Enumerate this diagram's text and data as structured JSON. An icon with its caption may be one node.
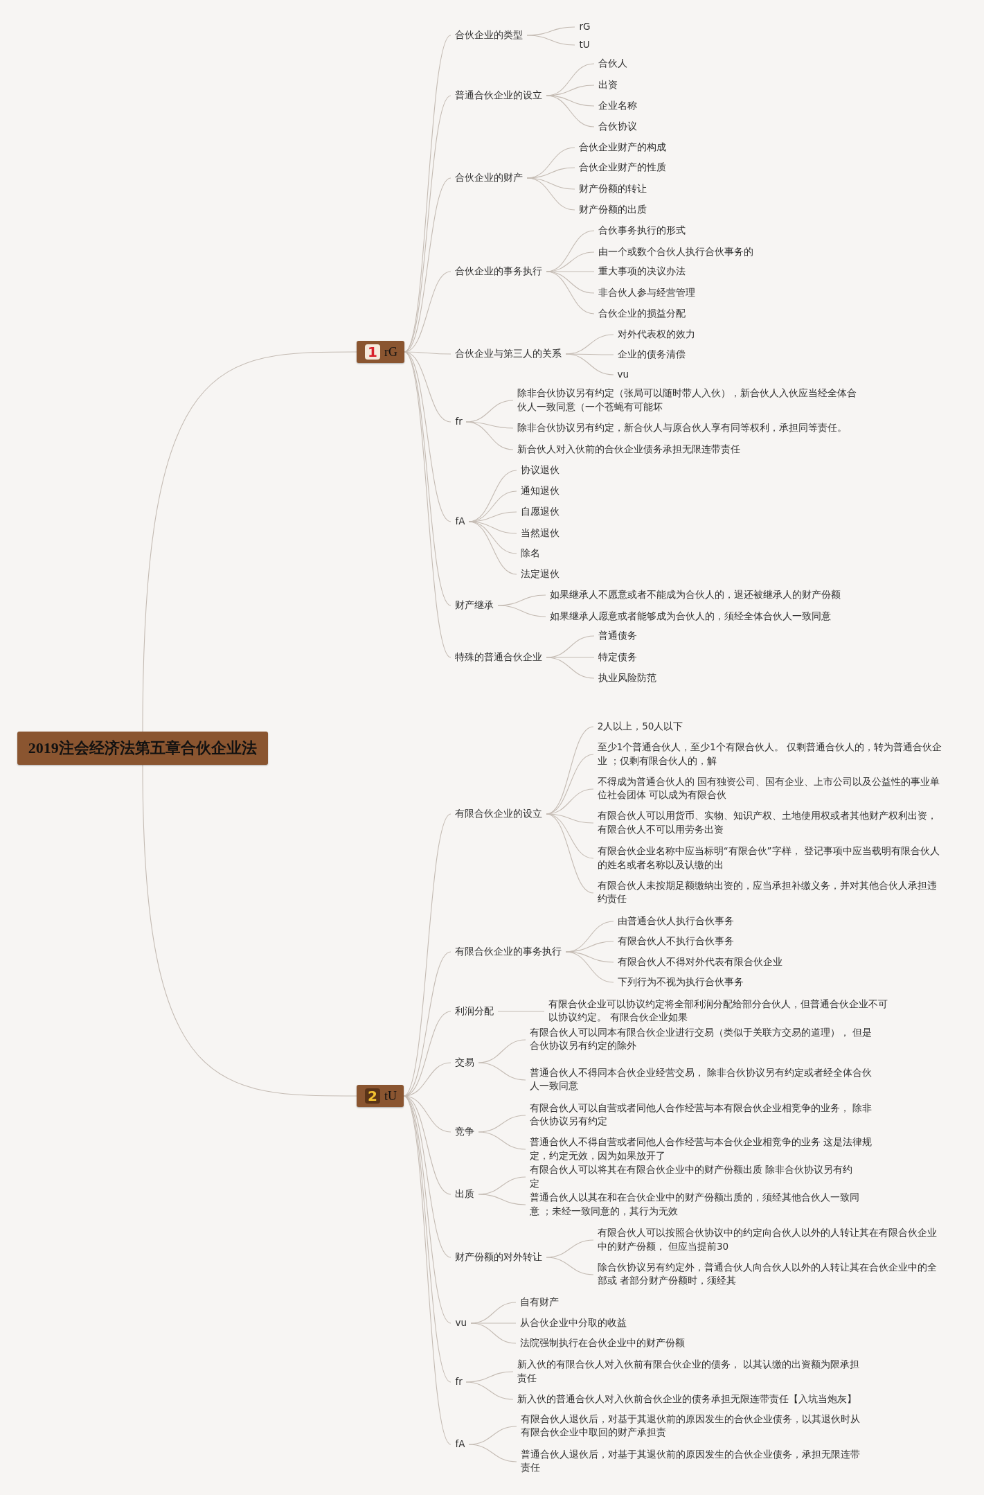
{
  "diagram": {
    "nodes": [
      {
        "text": [
          "2019注会经济法第五章合伙企业法"
        ]
      },
      {
        "text": [
          "1",
          "rG"
        ]
      },
      {
        "text": [
          "合伙企业的类型"
        ]
      },
      {
        "text": [
          "rG"
        ]
      },
      {
        "text": [
          "tU"
        ]
      },
      {
        "text": [
          "普通合伙企业的设立"
        ]
      },
      {
        "text": [
          "合伙人"
        ]
      },
      {
        "text": [
          "出资"
        ]
      },
      {
        "text": [
          "企业名称"
        ]
      },
      {
        "text": [
          "合伙协议"
        ]
      },
      {
        "text": [
          "合伙企业的财产"
        ]
      },
      {
        "text": [
          "合伙企业财产的构成"
        ]
      },
      {
        "text": [
          "合伙企业财产的性质"
        ]
      },
      {
        "text": [
          "财产份额的转让"
        ]
      },
      {
        "text": [
          "财产份额的出质"
        ]
      },
      {
        "text": [
          "合伙企业的事务执行"
        ]
      },
      {
        "text": [
          "合伙事务执行的形式"
        ]
      },
      {
        "text": [
          "由一个或数个合伙人执行合伙事务的"
        ]
      },
      {
        "text": [
          "重大事项的决议办法"
        ]
      },
      {
        "text": [
          "非合伙人参与经营管理"
        ]
      },
      {
        "text": [
          "合伙企业的损益分配"
        ]
      },
      {
        "text": [
          "合伙企业与第三人的关系"
        ]
      },
      {
        "text": [
          "对外代表权的效力"
        ]
      },
      {
        "text": [
          "企业的债务清偿"
        ]
      },
      {
        "text": [
          "vu"
        ]
      },
      {
        "text": [
          "fr"
        ]
      },
      {
        "text": [
          "除非合伙协议另有约定（张局可以随时带人入伙），新合伙人入伙应当经全体合伙人一致同意（一个苍蝇有可能坏"
        ]
      },
      {
        "text": [
          "除非合伙协议另有约定，新合伙人与原合伙人享有同等权利，承担同等责任。"
        ]
      },
      {
        "text": [
          "新合伙人对入伙前的合伙企业债务承担无限连带责任"
        ]
      },
      {
        "text": [
          "fA"
        ]
      },
      {
        "text": [
          "协议退伙"
        ]
      },
      {
        "text": [
          "通知退伙"
        ]
      },
      {
        "text": [
          "自愿退伙"
        ]
      },
      {
        "text": [
          "当然退伙"
        ]
      },
      {
        "text": [
          "除名"
        ]
      },
      {
        "text": [
          "法定退伙"
        ]
      },
      {
        "text": [
          "财产继承"
        ]
      },
      {
        "text": [
          "如果继承人不愿意或者不能成为合伙人的，退还被继承人的财产份额"
        ]
      },
      {
        "text": [
          "如果继承人愿意或者能够成为合伙人的，须经全体合伙人一致同意"
        ]
      },
      {
        "text": [
          "特殊的普通合伙企业"
        ]
      },
      {
        "text": [
          "普通债务"
        ]
      },
      {
        "text": [
          "特定债务"
        ]
      },
      {
        "text": [
          "执业风险防范"
        ]
      },
      {
        "text": [
          "2",
          "tU"
        ]
      },
      {
        "text": [
          "有限合伙企业的设立"
        ]
      },
      {
        "text": [
          "2人以上，50人以下"
        ]
      },
      {
        "text": [
          "至少1个普通合伙人，至少1个有限合伙人。 仅剩普通合伙人的，转为普通合伙企业 ；仅剩有限合伙人的，解"
        ]
      },
      {
        "text": [
          "不得成为普通合伙人的 国有独资公司、国有企业、上市公司以及公益性的事业单位社会团体 可以成为有限合伙"
        ]
      },
      {
        "text": [
          "有限合伙人可以用货币、实物、知识产权、土地使用权或者其他财产权利出资，有限合伙人不可以用劳务出资"
        ]
      },
      {
        "text": [
          "有限合伙企业名称中应当标明“有限合伙”字样， 登记事项中应当载明有限合伙人的姓名或者名称以及认缴的出"
        ]
      },
      {
        "text": [
          "有限合伙人未按期足额缴纳出资的，应当承担补缴义务，并对其他合伙人承担违约责任"
        ]
      },
      {
        "text": [
          "有限合伙企业的事务执行"
        ]
      },
      {
        "text": [
          "由普通合伙人执行合伙事务"
        ]
      },
      {
        "text": [
          "有限合伙人不执行合伙事务"
        ]
      },
      {
        "text": [
          "有限合伙人不得对外代表有限合伙企业"
        ]
      },
      {
        "text": [
          "下列行为不视为执行合伙事务"
        ]
      },
      {
        "text": [
          "利润分配"
        ]
      },
      {
        "text": [
          "有限合伙企业可以协议约定将全部利润分配给部分合伙人，但普通合伙企业不可以协议约定。 有限合伙企业如果"
        ]
      },
      {
        "text": [
          "交易"
        ]
      },
      {
        "text": [
          "有限合伙人可以同本有限合伙企业进行交易（类似于关联方交易的道理）， 但是合伙协议另有约定的除外"
        ]
      },
      {
        "text": [
          "普通合伙人不得同本合伙企业经营交易， 除非合伙协议另有约定或者经全体合伙人一致同意"
        ]
      },
      {
        "text": [
          "竞争"
        ]
      },
      {
        "text": [
          "有限合伙人可以自营或者同他人合作经营与本有限合伙企业相竞争的业务， 除非合伙协议另有约定"
        ]
      },
      {
        "text": [
          "普通合伙人不得自营或者同他人合作经营与本合伙企业相竞争的业务 这是法律规定，约定无效，因为如果放开了"
        ]
      },
      {
        "text": [
          "出质"
        ]
      },
      {
        "text": [
          "有限合伙人可以将其在有限合伙企业中的财产份额出质 除非合伙协议另有约定"
        ]
      },
      {
        "text": [
          "普通合伙人以其在和在合伙企业中的财产份额出质的，须经其他合伙人一致同意 ；未经一致同意的，其行为无效"
        ]
      },
      {
        "text": [
          "财产份额的对外转让"
        ]
      },
      {
        "text": [
          "有限合伙人可以按照合伙协议中的约定向合伙人以外的人转让其在有限合伙企业中的财产份额， 但应当提前30"
        ]
      },
      {
        "text": [
          "除合伙协议另有约定外，普通合伙人向合伙人以外的人转让其在合伙企业中的全部或 者部分财产份额时，须经其"
        ]
      },
      {
        "text": [
          "vu"
        ]
      },
      {
        "text": [
          "自有财产"
        ]
      },
      {
        "text": [
          "从合伙企业中分取的收益"
        ]
      },
      {
        "text": [
          "法院强制执行在合伙企业中的财产份额"
        ]
      },
      {
        "text": [
          "fr"
        ]
      },
      {
        "text": [
          "新入伙的有限合伙人对入伙前有限合伙企业的债务， 以其认缴的出资额为限承担责任"
        ]
      },
      {
        "text": [
          "新入伙的普通合伙人对入伙前合伙企业的债务承担无限连带责任【入坑当炮灰】"
        ]
      },
      {
        "text": [
          "fA"
        ]
      },
      {
        "text": [
          "有限合伙人退伙后，对基于其退伙前的原因发生的合伙企业债务，以其退伙时从有限合伙企业中取回的财产承担责"
        ]
      },
      {
        "text": [
          "普通合伙人退伙后，对基于其退伙前的原因发生的合伙企业债务，承担无限连带责任"
        ]
      }
    ],
    "edges": [
      {
        "from": 0,
        "to": 1,
        "arrow": "none"
      },
      {
        "from": 0,
        "to": 43,
        "arrow": "none"
      },
      {
        "from": 1,
        "to": 2,
        "arrow": "none"
      },
      {
        "from": 1,
        "to": 5,
        "arrow": "none"
      },
      {
        "from": 1,
        "to": 10,
        "arrow": "none"
      },
      {
        "from": 1,
        "to": 15,
        "arrow": "none"
      },
      {
        "from": 1,
        "to": 21,
        "arrow": "none"
      },
      {
        "from": 1,
        "to": 25,
        "arrow": "none"
      },
      {
        "from": 1,
        "to": 29,
        "arrow": "none"
      },
      {
        "from": 1,
        "to": 36,
        "arrow": "none"
      },
      {
        "from": 1,
        "to": 39,
        "arrow": "none"
      },
      {
        "from": 2,
        "to": 3,
        "arrow": "none"
      },
      {
        "from": 2,
        "to": 4,
        "arrow": "none"
      },
      {
        "from": 5,
        "to": 6,
        "arrow": "none"
      },
      {
        "from": 5,
        "to": 7,
        "arrow": "none"
      },
      {
        "from": 5,
        "to": 8,
        "arrow": "none"
      },
      {
        "from": 5,
        "to": 9,
        "arrow": "none"
      },
      {
        "from": 10,
        "to": 11,
        "arrow": "none"
      },
      {
        "from": 10,
        "to": 12,
        "arrow": "none"
      },
      {
        "from": 10,
        "to": 13,
        "arrow": "none"
      },
      {
        "from": 10,
        "to": 14,
        "arrow": "none"
      },
      {
        "from": 15,
        "to": 16,
        "arrow": "none"
      },
      {
        "from": 15,
        "to": 17,
        "arrow": "none"
      },
      {
        "from": 15,
        "to": 18,
        "arrow": "none"
      },
      {
        "from": 15,
        "to": 19,
        "arrow": "none"
      },
      {
        "from": 15,
        "to": 20,
        "arrow": "none"
      },
      {
        "from": 21,
        "to": 22,
        "arrow": "none"
      },
      {
        "from": 21,
        "to": 23,
        "arrow": "none"
      },
      {
        "from": 21,
        "to": 24,
        "arrow": "none"
      },
      {
        "from": 25,
        "to": 26,
        "arrow": "none"
      },
      {
        "from": 25,
        "to": 27,
        "arrow": "none"
      },
      {
        "from": 25,
        "to": 28,
        "arrow": "none"
      },
      {
        "from": 29,
        "to": 30,
        "arrow": "none"
      },
      {
        "from": 29,
        "to": 31,
        "arrow": "none"
      },
      {
        "from": 29,
        "to": 32,
        "arrow": "none"
      },
      {
        "from": 29,
        "to": 33,
        "arrow": "none"
      },
      {
        "from": 29,
        "to": 34,
        "arrow": "none"
      },
      {
        "from": 29,
        "to": 35,
        "arrow": "none"
      },
      {
        "from": 36,
        "to": 37,
        "arrow": "none"
      },
      {
        "from": 36,
        "to": 38,
        "arrow": "none"
      },
      {
        "from": 39,
        "to": 40,
        "arrow": "none"
      },
      {
        "from": 39,
        "to": 41,
        "arrow": "none"
      },
      {
        "from": 39,
        "to": 42,
        "arrow": "none"
      },
      {
        "from": 43,
        "to": 44,
        "arrow": "none"
      },
      {
        "from": 43,
        "to": 51,
        "arrow": "none"
      },
      {
        "from": 43,
        "to": 56,
        "arrow": "none"
      },
      {
        "from": 43,
        "to": 58,
        "arrow": "none"
      },
      {
        "from": 43,
        "to": 61,
        "arrow": "none"
      },
      {
        "from": 43,
        "to": 64,
        "arrow": "none"
      },
      {
        "from": 43,
        "to": 67,
        "arrow": "none"
      },
      {
        "from": 43,
        "to": 70,
        "arrow": "none"
      },
      {
        "from": 43,
        "to": 74,
        "arrow": "none"
      },
      {
        "from": 43,
        "to": 77,
        "arrow": "none"
      },
      {
        "from": 44,
        "to": 45,
        "arrow": "none"
      },
      {
        "from": 44,
        "to": 46,
        "arrow": "none"
      },
      {
        "from": 44,
        "to": 47,
        "arrow": "none"
      },
      {
        "from": 44,
        "to": 48,
        "arrow": "none"
      },
      {
        "from": 44,
        "to": 49,
        "arrow": "none"
      },
      {
        "from": 44,
        "to": 50,
        "arrow": "none"
      },
      {
        "from": 51,
        "to": 52,
        "arrow": "none"
      },
      {
        "from": 51,
        "to": 53,
        "arrow": "none"
      },
      {
        "from": 51,
        "to": 54,
        "arrow": "none"
      },
      {
        "from": 51,
        "to": 55,
        "arrow": "none"
      },
      {
        "from": 56,
        "to": 57,
        "arrow": "none"
      },
      {
        "from": 58,
        "to": 59,
        "arrow": "none"
      },
      {
        "from": 58,
        "to": 60,
        "arrow": "none"
      },
      {
        "from": 61,
        "to": 62,
        "arrow": "none"
      },
      {
        "from": 61,
        "to": 63,
        "arrow": "none"
      },
      {
        "from": 64,
        "to": 65,
        "arrow": "none"
      },
      {
        "from": 64,
        "to": 66,
        "arrow": "none"
      },
      {
        "from": 67,
        "to": 68,
        "arrow": "none"
      },
      {
        "from": 67,
        "to": 69,
        "arrow": "none"
      },
      {
        "from": 70,
        "to": 71,
        "arrow": "none"
      },
      {
        "from": 70,
        "to": 72,
        "arrow": "none"
      },
      {
        "from": 70,
        "to": 73,
        "arrow": "none"
      },
      {
        "from": 74,
        "to": 75,
        "arrow": "none"
      },
      {
        "from": 74,
        "to": 76,
        "arrow": "none"
      },
      {
        "from": 77,
        "to": 78,
        "arrow": "none"
      },
      {
        "from": 77,
        "to": 79,
        "arrow": "none"
      }
    ]
  }
}
